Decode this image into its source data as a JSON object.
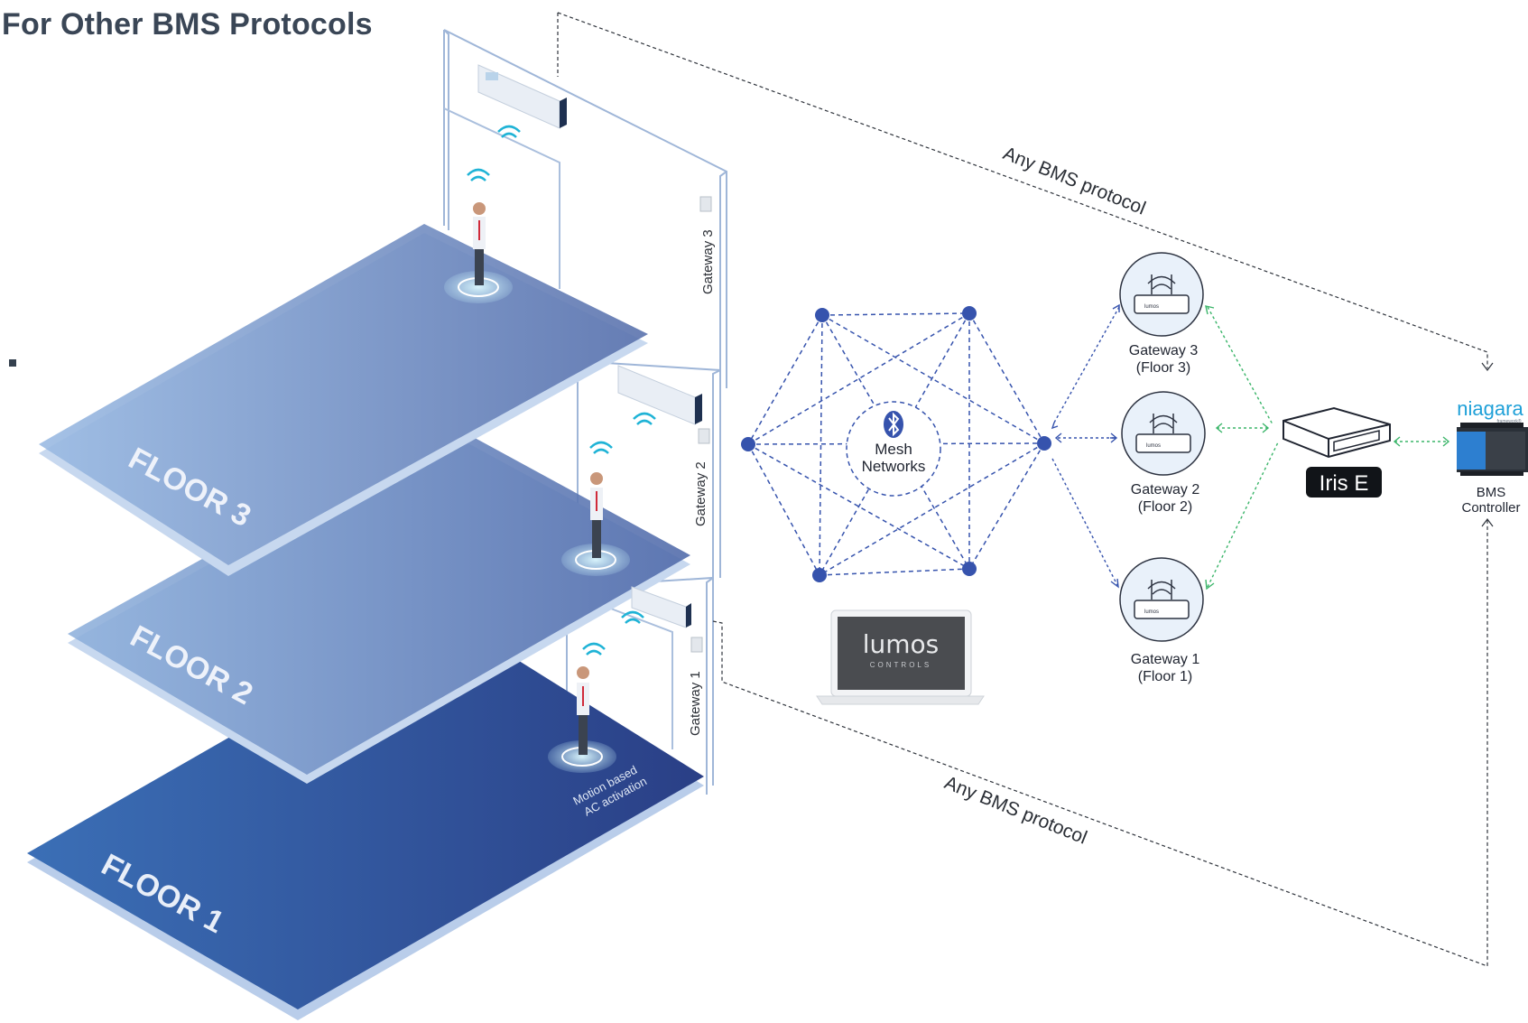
{
  "page_title": "For Other BMS Protocols",
  "floors": [
    {
      "label": "FLOOR 3"
    },
    {
      "label": "FLOOR 2"
    },
    {
      "label": "FLOOR 1"
    }
  ],
  "wall_gateways": [
    "Gateway 3",
    "Gateway 2",
    "Gateway 1"
  ],
  "motion_note_line1": "Motion based",
  "motion_note_line2": "AC activation",
  "mesh": {
    "line1": "Mesh",
    "line2": "Networks",
    "icon": "bluetooth-icon"
  },
  "laptop": {
    "brand": "lumos",
    "sub": "CONTROLS"
  },
  "gateways": [
    {
      "name": "Gateway 3",
      "floor": "(Floor 3)",
      "device_label": "lumos"
    },
    {
      "name": "Gateway 2",
      "floor": "(Floor 2)",
      "device_label": "lumos"
    },
    {
      "name": "Gateway 1",
      "floor": "(Floor 1)",
      "device_label": "lumos"
    }
  ],
  "iris": {
    "label": "Iris E"
  },
  "niagara": {
    "logo": "niagara",
    "sub": "framework®"
  },
  "bms": {
    "line1": "BMS",
    "line2": "Controller"
  },
  "protocol_top": "Any BMS protocol",
  "protocol_bottom": "Any BMS protocol",
  "colors": {
    "title": "#3a4656",
    "mesh_blue": "#2f4fa8",
    "gateway_link_green": "#3bb56a",
    "floor_dark": "#2c4a92",
    "floor_light": "#7c9bd0",
    "wifi_cyan": "#1fb3d6"
  }
}
